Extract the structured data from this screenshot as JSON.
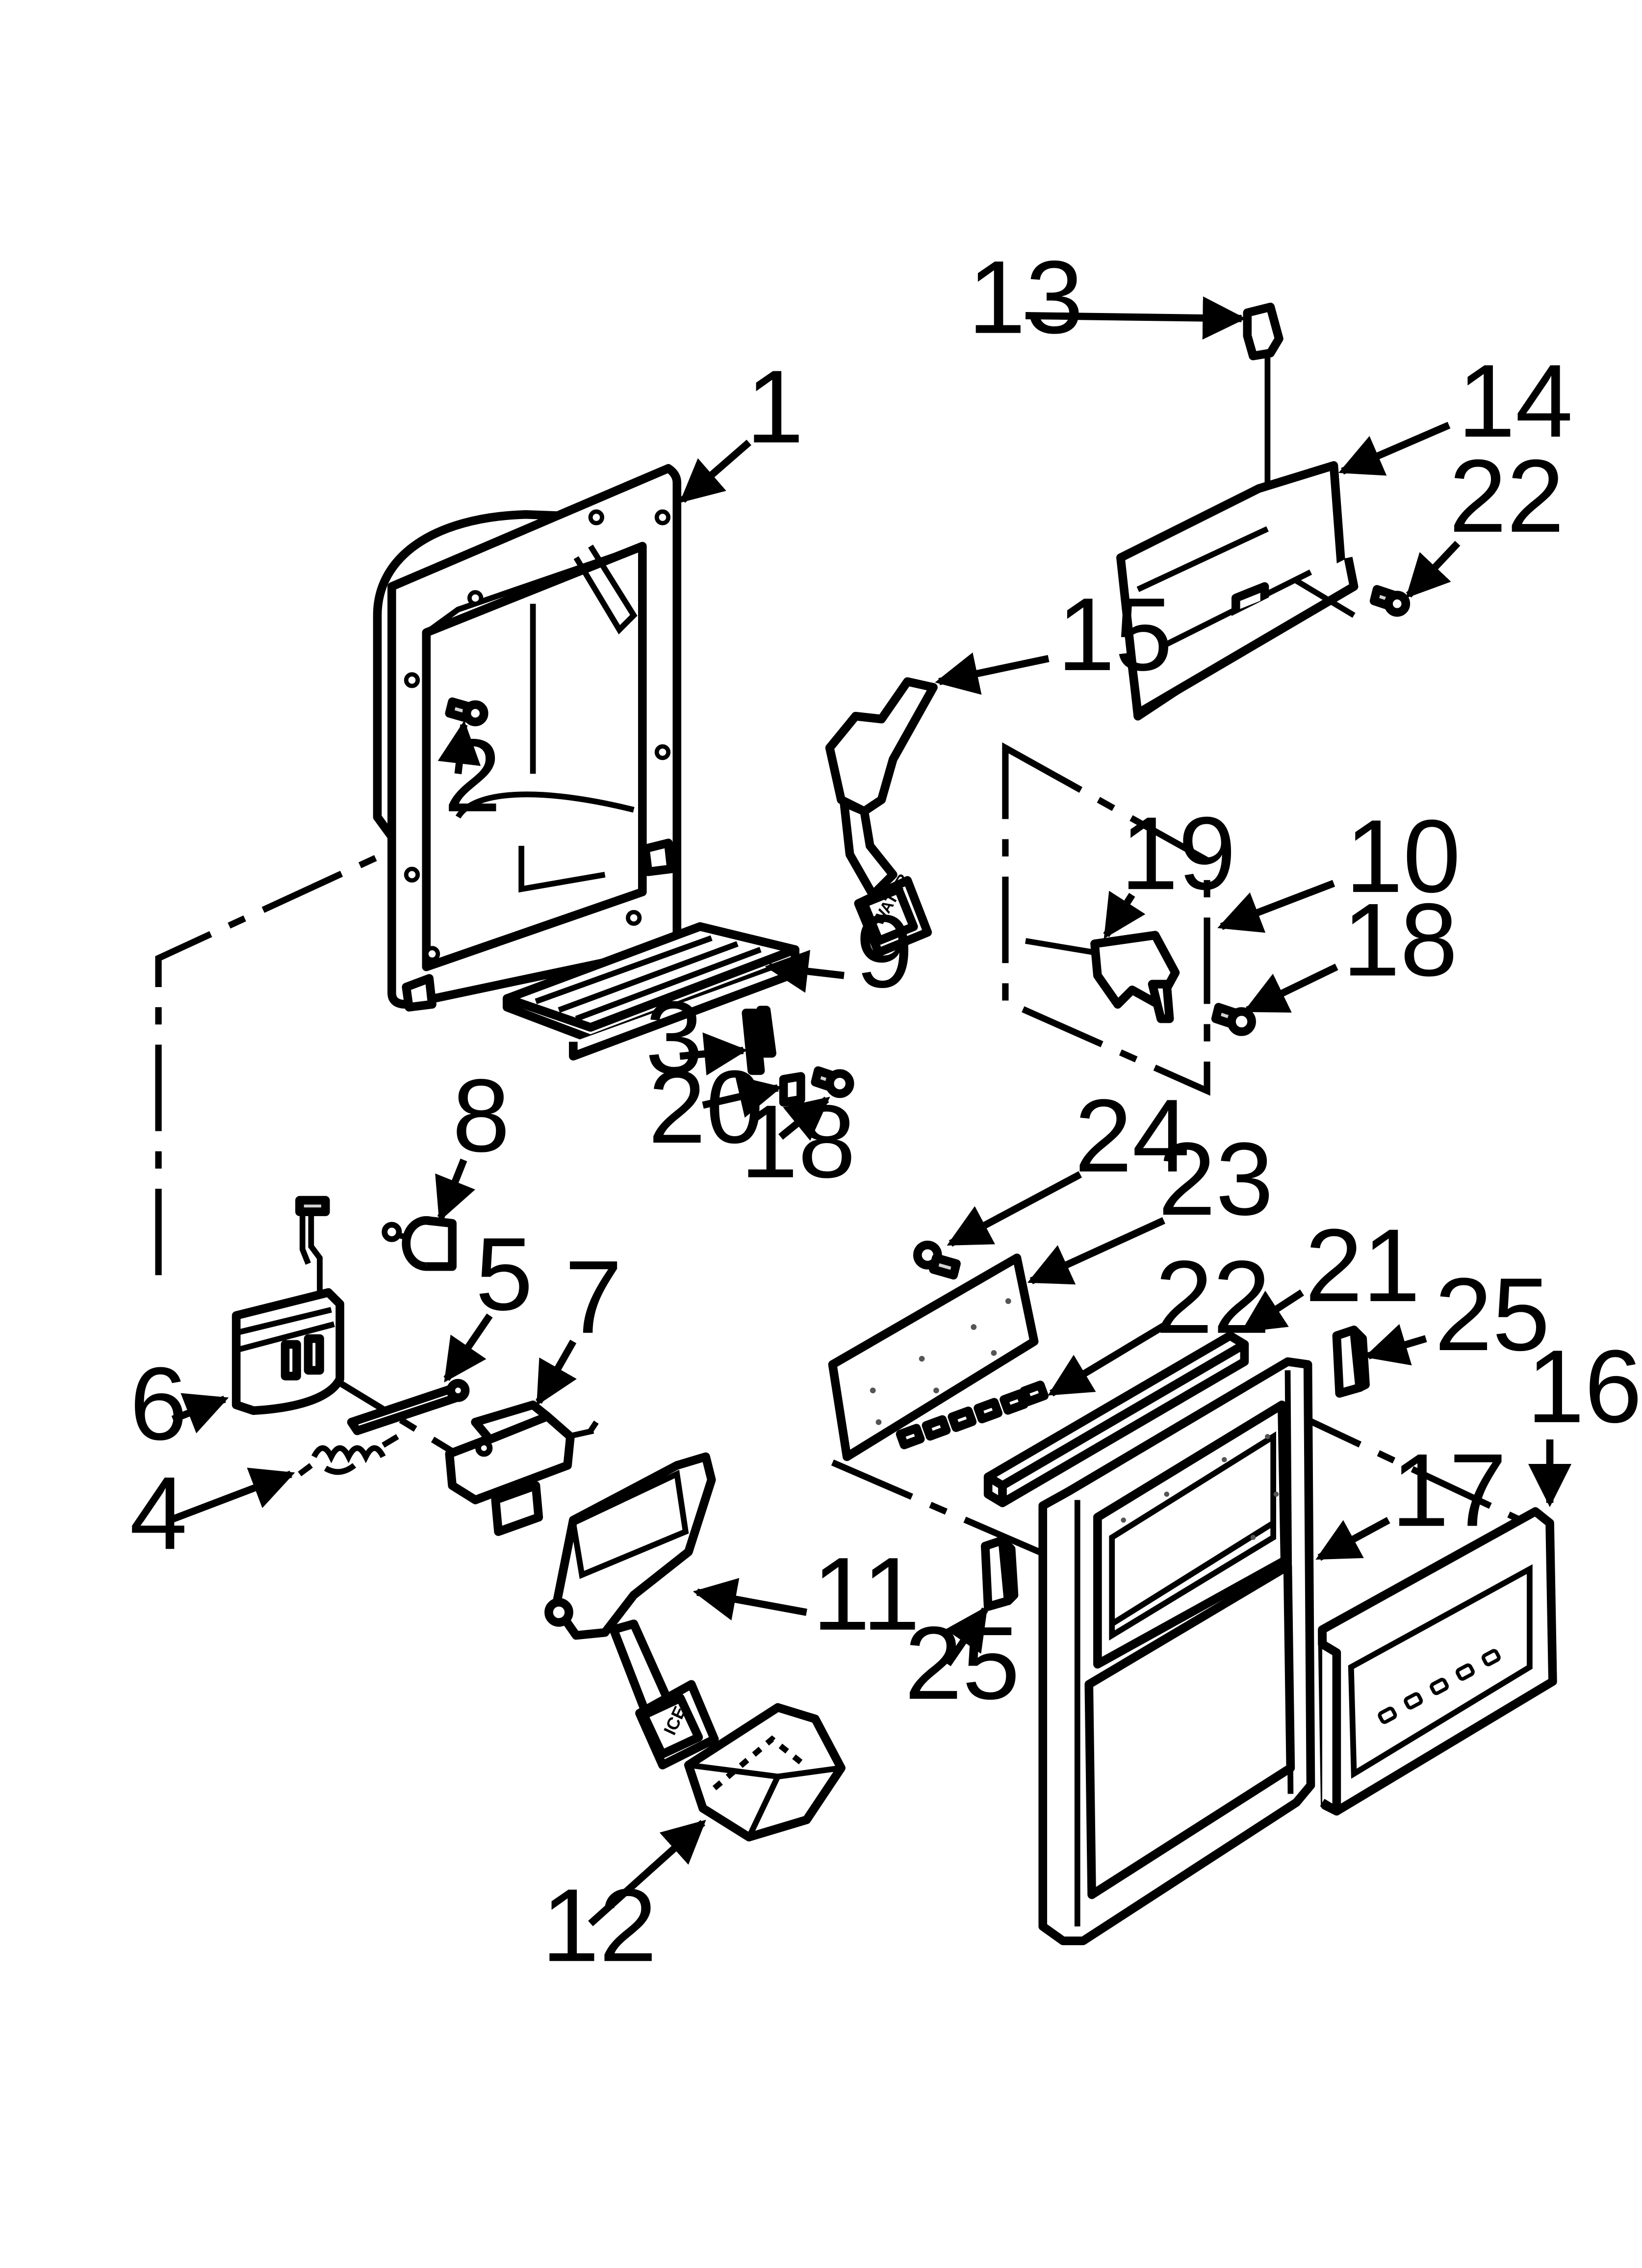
{
  "callouts": {
    "c1": "1",
    "c2": "2",
    "c3": "3",
    "c4": "4",
    "c5": "5",
    "c6": "6",
    "c7": "7",
    "c8": "8",
    "c9": "9",
    "c10": "10",
    "c11": "11",
    "c12": "12",
    "c13": "13",
    "c14": "14",
    "c15": "15",
    "c16": "16",
    "c17": "17",
    "c18a": "18",
    "c18b": "18",
    "c19": "19",
    "c20": "20",
    "c21": "21",
    "c22a": "22",
    "c22b": "22",
    "c23": "23",
    "c24": "24",
    "c25a": "25",
    "c25b": "25"
  },
  "part_markings": {
    "water_pad": "WATER",
    "ice_pad": "ICE"
  },
  "colors": {
    "line": "#000000",
    "background": "#ffffff",
    "shade": "#d4d4d4"
  }
}
